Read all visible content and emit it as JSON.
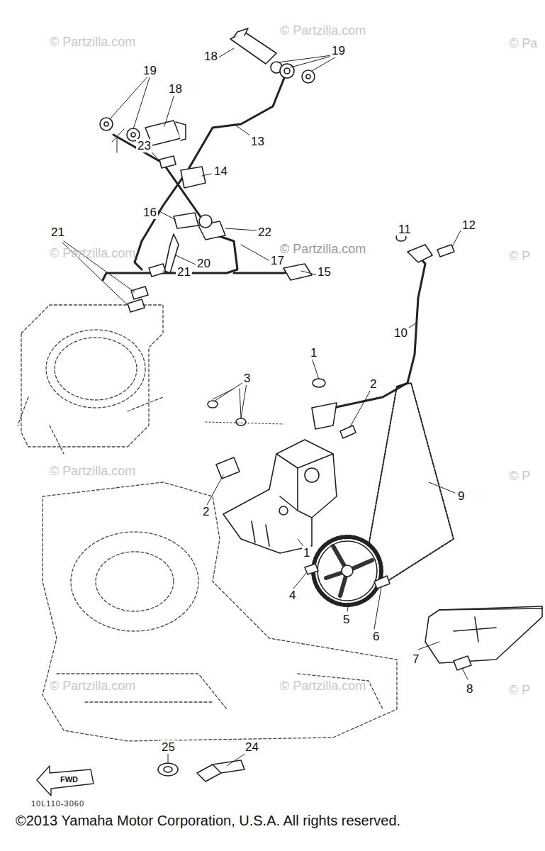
{
  "diagram": {
    "caption": "©2013 Yamaha Motor Corporation, U.S.A. All rights reserved.",
    "labels": [
      "© Partzilla.com",
      "© Partzilla.com",
      "© Pa",
      "19",
      "18",
      "19",
      "18",
      "13",
      "23",
      "14",
      "16",
      "22",
      "21",
      "© Partzilla.com",
      "© Partzilla.com",
      "© P",
      "11",
      "12",
      "17",
      "20",
      "21",
      "15",
      "10",
      "1",
      "3",
      "2",
      "© Partzilla.com",
      "© P",
      "9",
      "2",
      "1",
      "4",
      "5",
      "6",
      "7",
      "© Partzilla.com",
      "© Partzilla.com",
      "© P",
      "8",
      "25",
      "24",
      "FWD",
      "10L110-3060"
    ]
  }
}
